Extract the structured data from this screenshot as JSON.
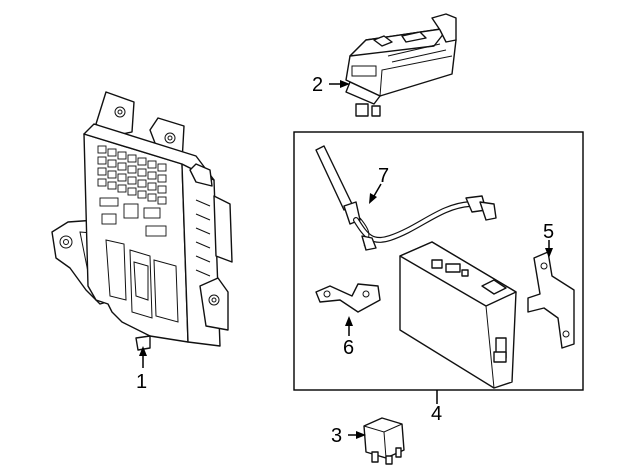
{
  "diagram": {
    "callouts": [
      {
        "id": "c1",
        "text": "1"
      },
      {
        "id": "c2",
        "text": "2"
      },
      {
        "id": "c3",
        "text": "3"
      },
      {
        "id": "c4",
        "text": "4"
      },
      {
        "id": "c5",
        "text": "5"
      },
      {
        "id": "c6",
        "text": "6"
      },
      {
        "id": "c7",
        "text": "7"
      }
    ]
  }
}
